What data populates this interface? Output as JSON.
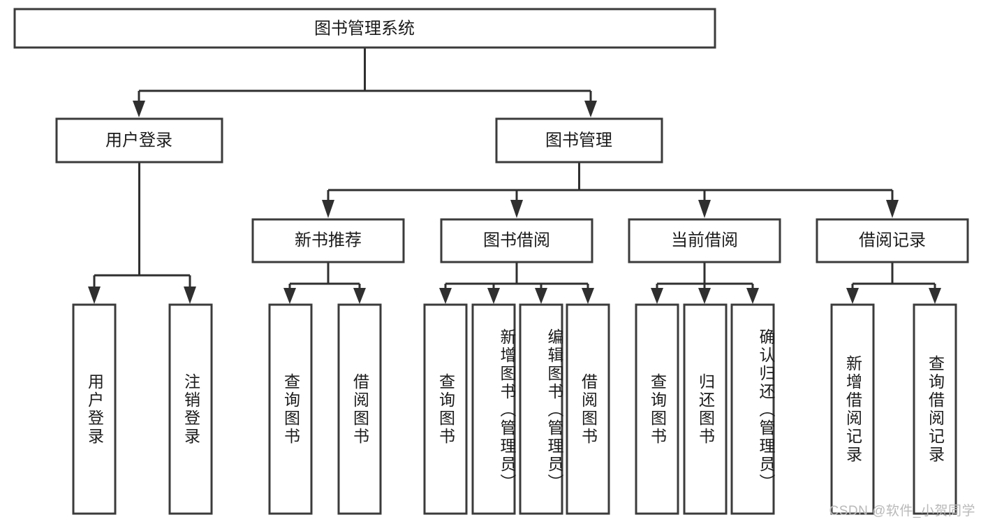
{
  "diagram": {
    "title": "图书管理系统",
    "type": "tree-hierarchy",
    "watermark": "CSDN @软件_小贺同学",
    "colors": {
      "background": "#ffffff",
      "box_fill": "#ffffff",
      "box_stroke": "#3b3b3b",
      "connector": "#2f2f2f",
      "text": "#1b1b1b",
      "watermark_text": "#b9b9b9"
    },
    "root": {
      "label": "图书管理系统"
    },
    "level2": [
      {
        "label": "用户登录"
      },
      {
        "label": "图书管理"
      }
    ],
    "level3": [
      {
        "label": "新书推荐"
      },
      {
        "label": "图书借阅"
      },
      {
        "label": "当前借阅"
      },
      {
        "label": "借阅记录"
      }
    ],
    "leaves": {
      "user_login": [
        {
          "label": "用户登录"
        },
        {
          "label": "注销登录"
        }
      ],
      "new_book_recommend": [
        {
          "label": "查询图书"
        },
        {
          "label": "借阅图书"
        }
      ],
      "book_borrow": [
        {
          "label": "查询图书"
        },
        {
          "label": "新增图书（管理员）"
        },
        {
          "label": "编辑图书（管理员）"
        },
        {
          "label": "借阅图书"
        }
      ],
      "current_borrow": [
        {
          "label": "查询图书"
        },
        {
          "label": "归还图书"
        },
        {
          "label": "确认归还（管理员）"
        }
      ],
      "borrow_record": [
        {
          "label": "新增借阅记录"
        },
        {
          "label": "查询借阅记录"
        }
      ]
    }
  }
}
